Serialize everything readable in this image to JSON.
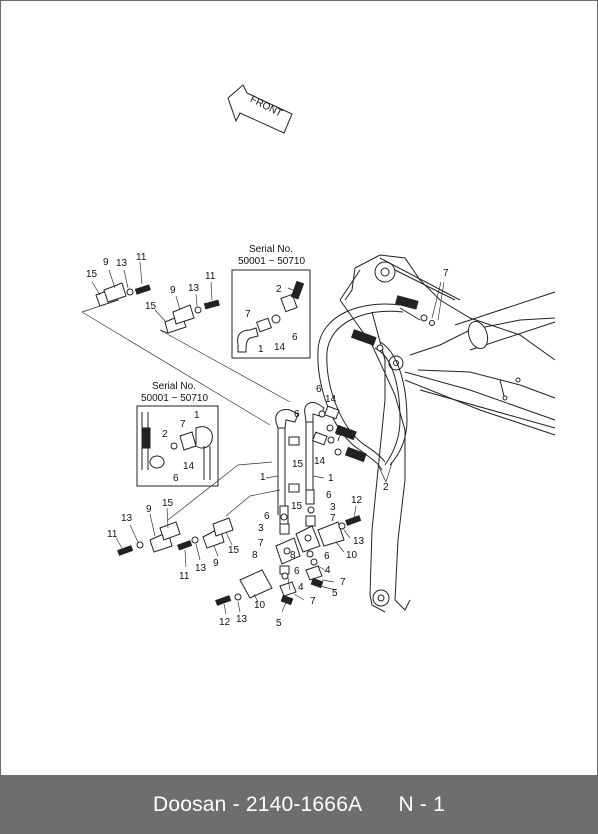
{
  "front_arrow_label": "FRONT",
  "serial_boxes": [
    {
      "title": "Serial No.",
      "range": "50001 ~ 50710"
    },
    {
      "title": "Serial No.",
      "range": "50001 ~ 50710"
    }
  ],
  "callouts": {
    "c7_top": "7",
    "c9_a": "9",
    "c13_a": "13",
    "c11_a": "11",
    "c15_a": "15",
    "c9_b": "9",
    "c13_b": "13",
    "c11_b": "11",
    "c15_b": "15",
    "s1_2": "2",
    "s1_7": "7",
    "s1_14": "14",
    "s1_6": "6",
    "s1_1": "1",
    "s2_1": "1",
    "s2_7": "7",
    "s2_2": "2",
    "s2_14": "14",
    "s2_6": "6",
    "m_6a": "6",
    "m_14a": "14",
    "m_6b": "6",
    "m_7": "7",
    "m_15a": "15",
    "m_14b": "14",
    "m_1a": "1",
    "m_15b": "15",
    "m_1b": "1",
    "m_2": "2",
    "l_9": "9",
    "l_15": "15",
    "l_13": "13",
    "l_11": "11",
    "l_15b": "15",
    "l_11b": "11",
    "l_13b": "13",
    "l_9b": "9",
    "c_6a": "6",
    "c_3a": "3",
    "c_8a": "8",
    "c_7a": "7",
    "c_8b": "8",
    "c_6b": "6",
    "c_3b": "3",
    "c_7b": "7",
    "r_12": "12",
    "r_13": "13",
    "r_10": "10",
    "b_6a": "6",
    "b_4a": "4",
    "b_7a": "7",
    "b_5a": "5",
    "b_6b": "6",
    "b_4b": "4",
    "b_7b": "7",
    "b_5b": "5",
    "b_10": "10",
    "b_12": "12",
    "b_13": "13"
  },
  "footer": {
    "brand": "Doosan",
    "separator": " - ",
    "part_number": "2140-1666A",
    "page": "N - 1"
  }
}
